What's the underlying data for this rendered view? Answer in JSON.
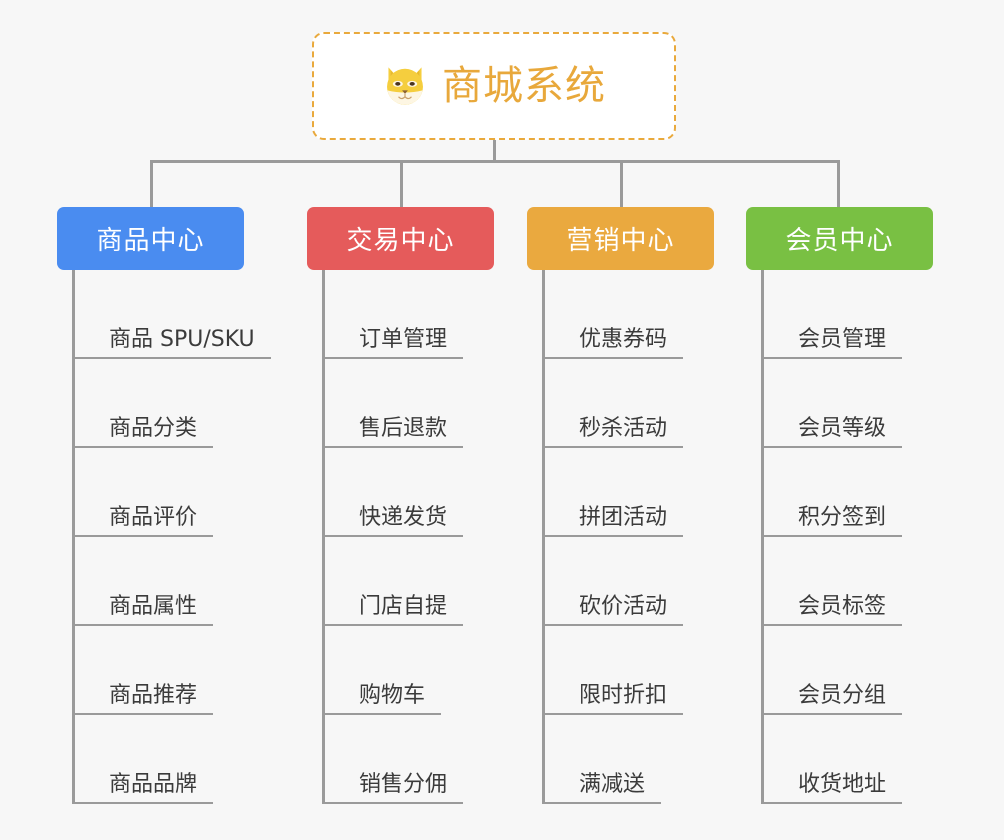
{
  "root": {
    "title": "商城系统",
    "icon": "shiba-dog-face-icon",
    "border_color": "#e9a93c",
    "text_color": "#e8a83b",
    "background": "#ffffff"
  },
  "page": {
    "background": "#f7f7f7",
    "connector_color": "#9a9a9a"
  },
  "categories": [
    {
      "label": "商品中心",
      "color": "#4a8cf0",
      "items": [
        "商品 SPU/SKU",
        "商品分类",
        "商品评价",
        "商品属性",
        "商品推荐",
        "商品品牌"
      ]
    },
    {
      "label": "交易中心",
      "color": "#e55b5b",
      "items": [
        "订单管理",
        "售后退款",
        "快递发货",
        "门店自提",
        "购物车",
        "销售分佣"
      ]
    },
    {
      "label": "营销中心",
      "color": "#eaa93f",
      "items": [
        "优惠券码",
        "秒杀活动",
        "拼团活动",
        "砍价活动",
        "限时折扣",
        "满减送"
      ]
    },
    {
      "label": "会员中心",
      "color": "#79c043",
      "items": [
        "会员管理",
        "会员等级",
        "积分签到",
        "会员标签",
        "会员分组",
        "收货地址"
      ]
    }
  ]
}
